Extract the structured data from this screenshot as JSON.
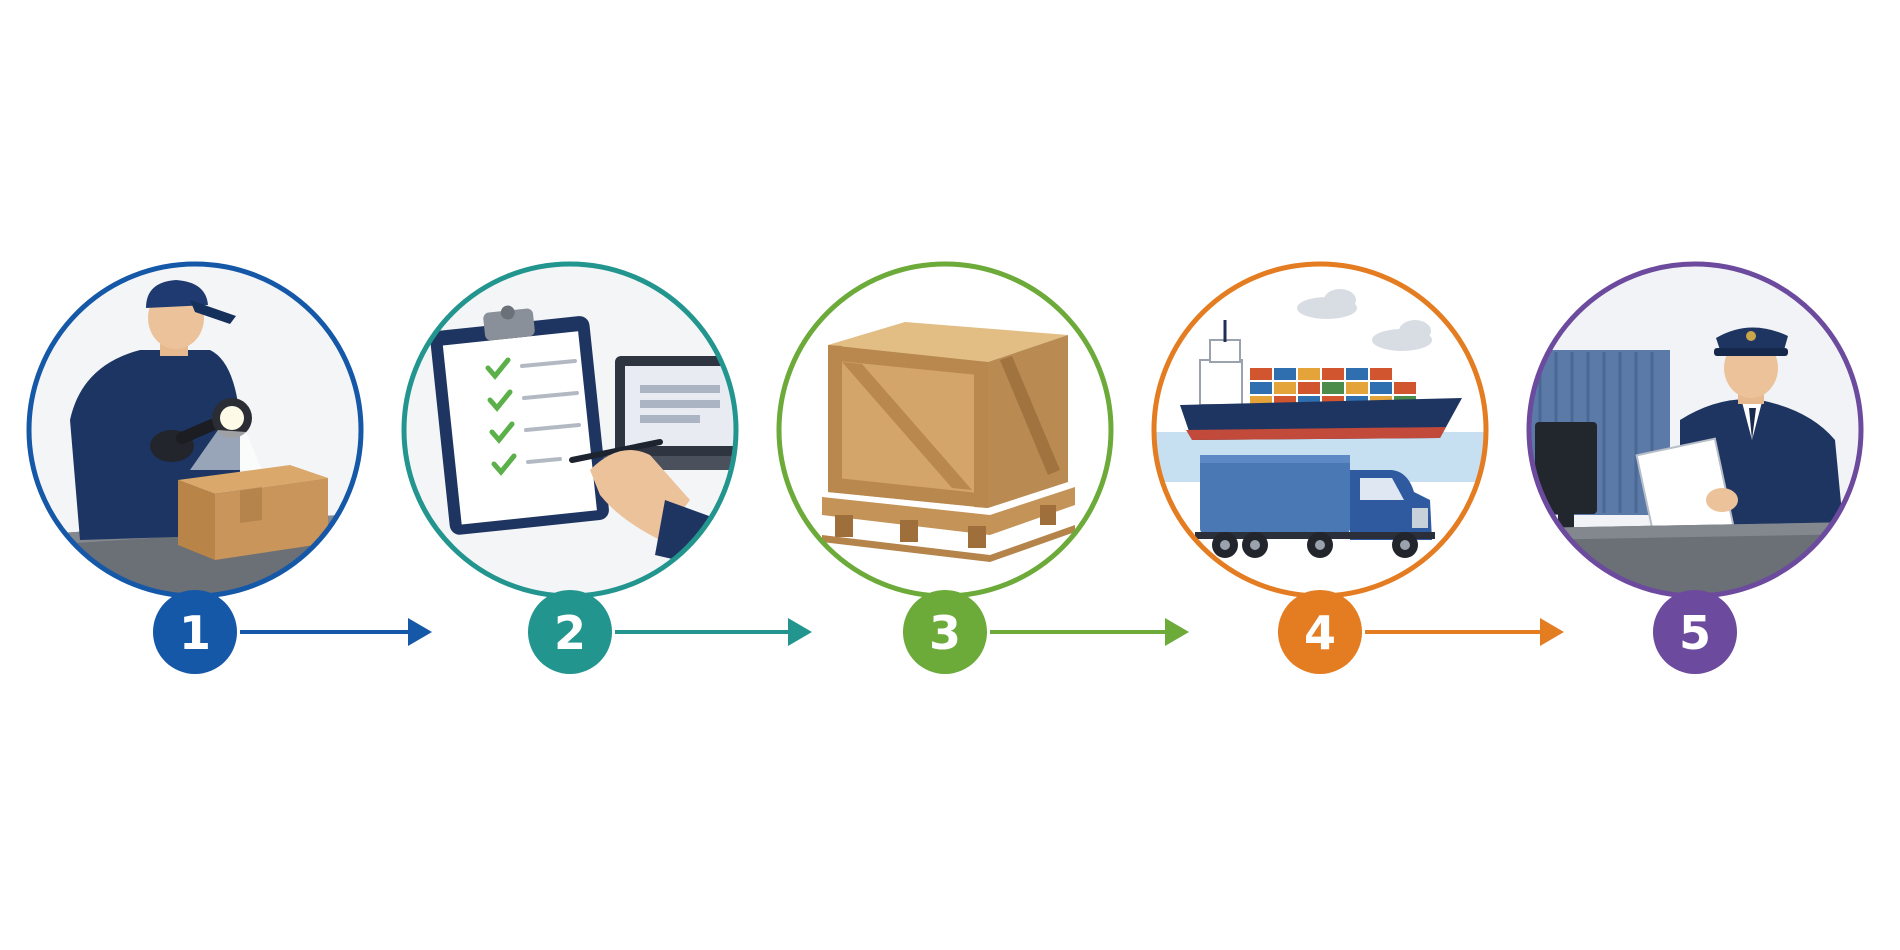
{
  "steps": [
    {
      "number": "1",
      "color": "#1558a8",
      "illustration": "inspector-with-magnifier-and-box-icon"
    },
    {
      "number": "2",
      "color": "#23958f",
      "illustration": "checklist-clipboard-and-laptop-icon"
    },
    {
      "number": "3",
      "color": "#6caa3a",
      "illustration": "wooden-crate-on-pallet-icon"
    },
    {
      "number": "4",
      "color": "#e47c22",
      "illustration": "cargo-ship-and-truck-icon"
    },
    {
      "number": "5",
      "color": "#6c4a9e",
      "illustration": "customs-officer-reviewing-document-icon"
    }
  ]
}
